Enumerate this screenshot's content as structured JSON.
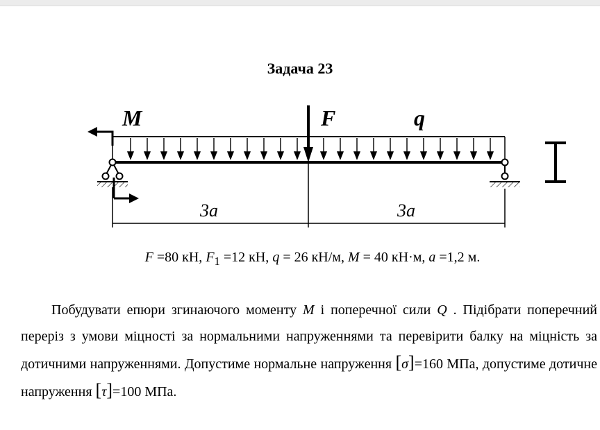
{
  "title": "Задача 23",
  "diagram": {
    "labels": {
      "moment": "M",
      "force": "F",
      "load": "q"
    },
    "dimensions": [
      "3a",
      "3a"
    ],
    "section_symbol": "I"
  },
  "given": {
    "F": "F",
    "F_eq": " =80 кН, ",
    "F1": "F",
    "F1_sub": "1",
    "F1_eq": " =12 кН, ",
    "q": "q",
    "q_eq": " = 26 кН/м, ",
    "M": "M",
    "M_eq": " = 40 кН·м, ",
    "a": "a",
    "a_eq": " =1,2 м."
  },
  "task": {
    "p1a": "Побудувати епюри згинаючого моменту ",
    "p1M": "M",
    "p1b": "  і поперечної сили ",
    "p1Q": "Q",
    "p1c": " . Підібрати поперечний переріз з умови міцності за нормальними напруженнями та перевірити балку на міцність за дотичними напруженнями. Допустиме нормальне напруження ",
    "sigma_open": "[",
    "sigma": "σ",
    "sigma_close": "]",
    "sigma_val": "=160  МПа, допустиме дотичне напруження ",
    "tau_open": "[",
    "tau": "τ",
    "tau_close": "]",
    "tau_val": "=100  МПа."
  }
}
